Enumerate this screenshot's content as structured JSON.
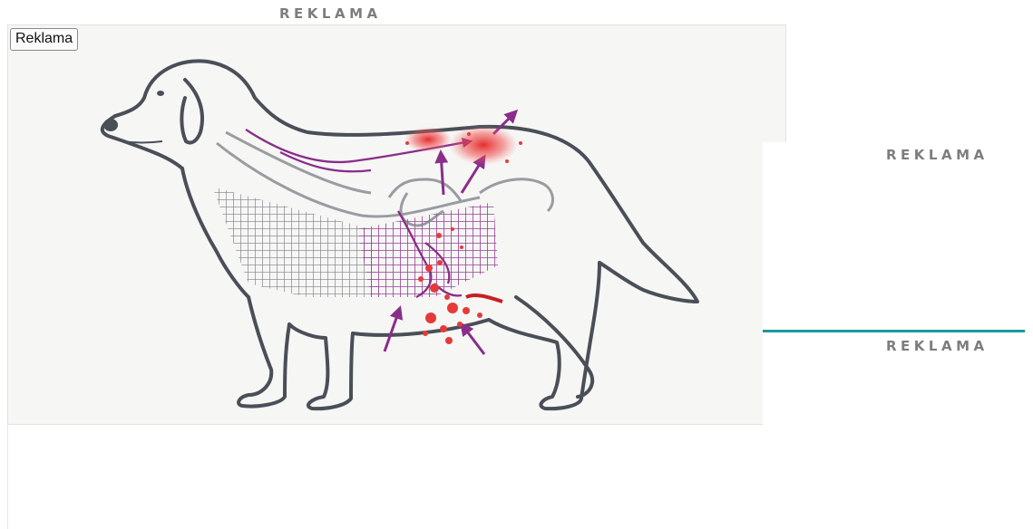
{
  "ads": {
    "top_label": "REKLAMA",
    "badge_label": "Reklama",
    "right_label_1": "REKLAMA",
    "right_label_2": "REKLAMA"
  },
  "illustration": {
    "subject": "dog-anatomy-illustration"
  },
  "colors": {
    "label_gray": "#7d7d7d",
    "divider_teal": "#1a9a9a",
    "dog_outline": "#4a4f57",
    "nerve_purple": "#8a2d8a",
    "inflammation_red": "#e53030"
  }
}
